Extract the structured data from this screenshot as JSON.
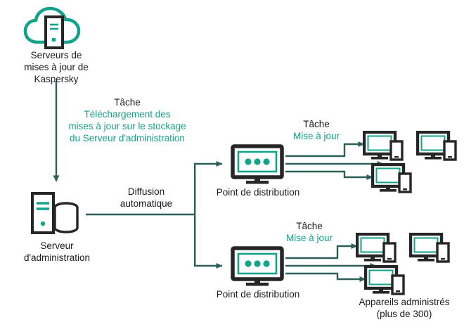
{
  "diagram": {
    "title_alt": "Kaspersky update distribution scheme",
    "colors": {
      "teal_bright": "#12a38a",
      "teal_dark": "#2b5f57",
      "ink": "#1f1f1f",
      "background": "#ffffff"
    },
    "nodes": {
      "update_servers": {
        "icon": "cloud-server-icon",
        "label": "Serveurs de\nmises à jour de\nKaspersky"
      },
      "admin_server": {
        "icon": "server-database-icon",
        "label": "Serveur\nd'administration"
      },
      "distribution_point_top": {
        "icon": "distribution-point-icon",
        "label": "Point de distribution"
      },
      "distribution_point_bottom": {
        "icon": "distribution-point-icon",
        "label": "Point de distribution"
      },
      "managed_devices": {
        "icon": "monitor-phone-icon",
        "label": "Appareils administrés\n(plus de 300)"
      }
    },
    "annotations": {
      "download_task": {
        "title": "Tâche",
        "body": "Téléchargement des\nmises à jour sur le stockage\ndu Serveur d'administration"
      },
      "auto_distribution": {
        "label": "Diffusion\nautomatique"
      },
      "update_task_top": {
        "title": "Tâche",
        "body": "Mise à jour"
      },
      "update_task_bottom": {
        "title": "Tâche",
        "body": "Mise à jour"
      }
    }
  }
}
